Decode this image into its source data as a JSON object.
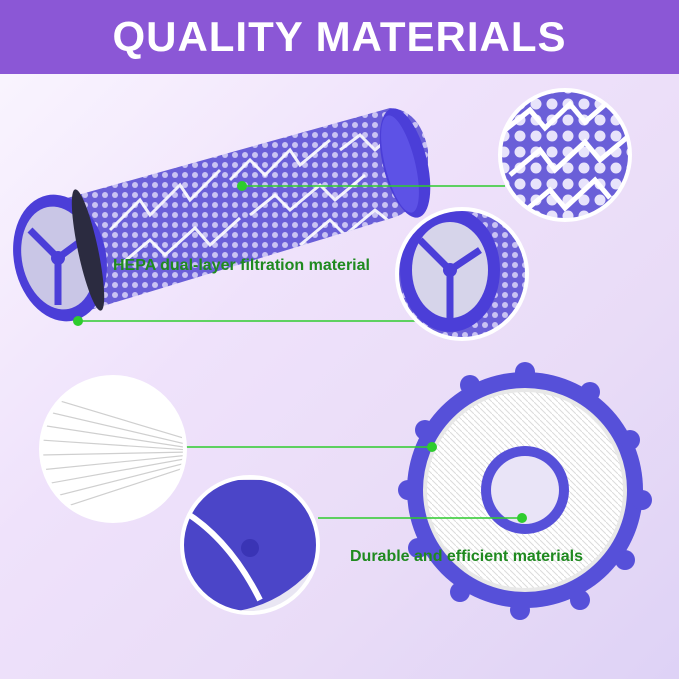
{
  "header": {
    "title": "QUALITY MATERIALS"
  },
  "callouts": [
    {
      "label": "HEPA dual-layer filtration material"
    },
    {
      "label": "Durable and efficient materials"
    }
  ],
  "colors": {
    "banner": "#8b57d6",
    "accent_green": "#2ecc2e",
    "filter_purple": "#5a4fe0",
    "caption_green": "#1f8a1f"
  }
}
